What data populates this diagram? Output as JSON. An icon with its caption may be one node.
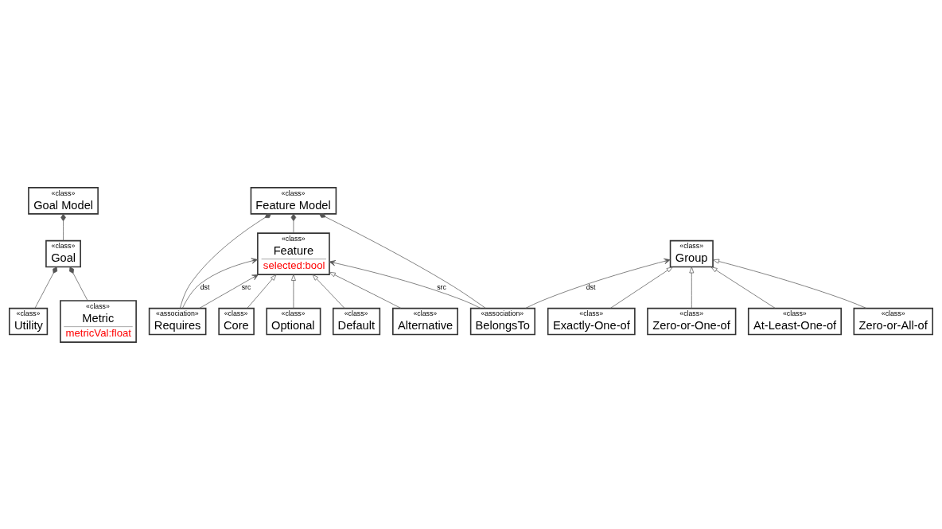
{
  "diagram": {
    "nodes": [
      {
        "text": [
          "«class»",
          "Goal Model"
        ]
      },
      {
        "text": [
          "«class»",
          "Goal"
        ]
      },
      {
        "text": [
          "«association»",
          "Requires"
        ]
      },
      {
        "text": [
          "«class»",
          "Feature Model"
        ]
      },
      {
        "text": [
          "«class»",
          "Utility"
        ]
      },
      {
        "text": [
          "«class»",
          "Metric",
          "metricVal:float"
        ]
      },
      {
        "text": [
          "«class»",
          "Feature",
          "selected:bool"
        ]
      },
      {
        "text": [
          "«association»",
          "BelongsTo"
        ]
      },
      {
        "text": [
          "«class»",
          "Core"
        ]
      },
      {
        "text": [
          "«class»",
          "Exactly-One-of"
        ]
      },
      {
        "text": [
          "«class»",
          "Group"
        ]
      },
      {
        "text": [
          "«class»",
          "Optional"
        ]
      },
      {
        "text": [
          "«class»",
          "Zero-or-One-of"
        ]
      },
      {
        "text": [
          "«class»",
          "Default"
        ]
      },
      {
        "text": [
          "«class»",
          "At-Least-One-of"
        ]
      },
      {
        "text": [
          "«class»",
          "Alternative"
        ]
      },
      {
        "text": [
          "«class»",
          "Zero-or-All-of"
        ]
      }
    ],
    "edges": [
      {
        "from": 1,
        "to": 0,
        "arrow": "other"
      },
      {
        "from": 5,
        "to": 1,
        "arrow": "other"
      },
      {
        "from": 4,
        "to": 1,
        "arrow": "other"
      },
      {
        "from": 2,
        "to": 3,
        "arrow": "other"
      },
      {
        "from": 6,
        "to": 3,
        "arrow": "other"
      },
      {
        "from": 7,
        "to": 3,
        "arrow": "other"
      },
      {
        "from": 2,
        "to": 6,
        "arrow": "to",
        "label": "dst"
      },
      {
        "from": 2,
        "to": 6,
        "arrow": "to",
        "label": "src"
      },
      {
        "from": 7,
        "to": 6,
        "arrow": "to",
        "label": "src"
      },
      {
        "from": 7,
        "to": 10,
        "arrow": "to",
        "label": "dst"
      },
      {
        "from": 8,
        "to": 6,
        "arrow": "to"
      },
      {
        "from": 11,
        "to": 6,
        "arrow": "to"
      },
      {
        "from": 13,
        "to": 6,
        "arrow": "to"
      },
      {
        "from": 15,
        "to": 6,
        "arrow": "to"
      },
      {
        "from": 9,
        "to": 10,
        "arrow": "to"
      },
      {
        "from": 12,
        "to": 10,
        "arrow": "to"
      },
      {
        "from": 14,
        "to": 10,
        "arrow": "to"
      },
      {
        "from": 16,
        "to": 10,
        "arrow": "to"
      }
    ]
  }
}
